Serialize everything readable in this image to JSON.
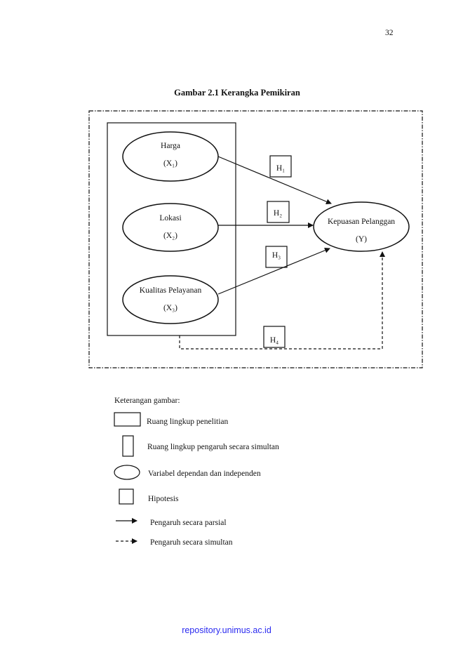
{
  "page_number": "32",
  "figure_title": "Gambar 2.1 Kerangka Pemikiran",
  "diagram": {
    "variables": [
      {
        "name": "Harga",
        "symbol": "(X₁)"
      },
      {
        "name": "Lokasi",
        "symbol": "(X₂)"
      },
      {
        "name": "Kualitas Pelayanan",
        "symbol": "(X₃)"
      }
    ],
    "dependent": {
      "name": "Kepuasan Pelanggan",
      "symbol": "(Y)"
    },
    "hypotheses": [
      "H₁",
      "H₂",
      "H₃",
      "H₄"
    ]
  },
  "legend": {
    "heading": "Keterangan gambar:",
    "items": [
      "Ruang lingkup penelitian",
      "Ruang lingkup pengaruh secara simultan",
      "Variabel dependan dan independen",
      "Hipotesis",
      "Pengaruh secara parsial",
      "Pengaruh secara simultan"
    ]
  },
  "footer": "repository.unimus.ac.id"
}
